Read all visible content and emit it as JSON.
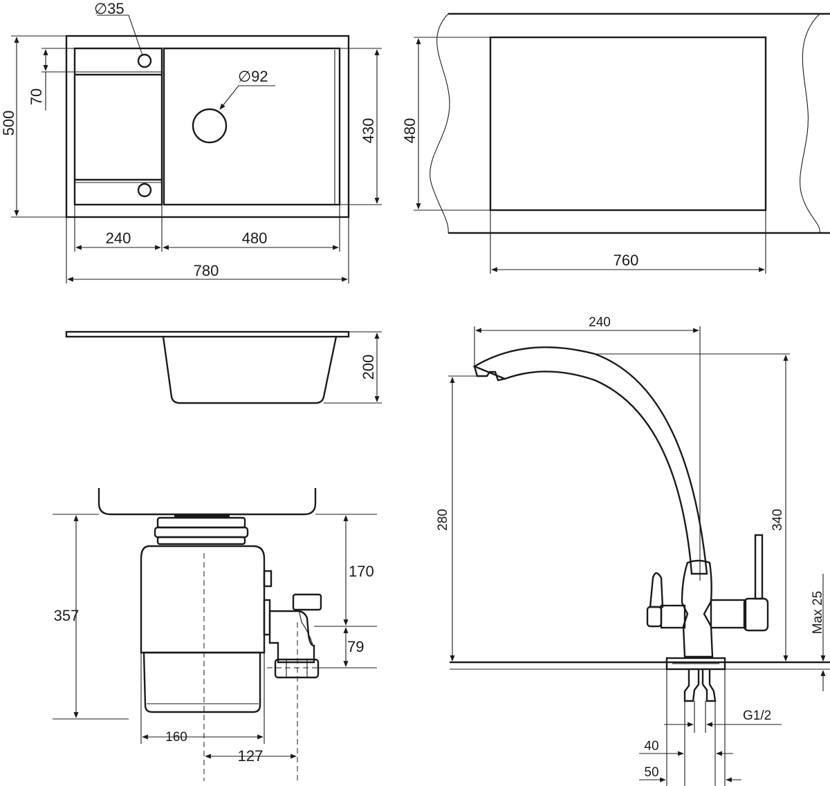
{
  "sink_top": {
    "overall_width": "780",
    "overall_depth": "500",
    "bowl_depth": "430",
    "drainer_width": "240",
    "bowl_width": "480",
    "tap_hole_diameter": "35",
    "drain_diameter": "92",
    "tap_hole_offset": "70",
    "diameter_symbol": "∅"
  },
  "cutout": {
    "width": "760",
    "depth": "480"
  },
  "sink_section": {
    "bowl_height": "200"
  },
  "disposer": {
    "total_height": "357",
    "outlet_height": "170",
    "outlet_spacing": "79",
    "body_width": "160",
    "outlet_offset": "127"
  },
  "faucet": {
    "reach": "240",
    "spout_height": "280",
    "total_height": "340",
    "max_deck": "Max 25",
    "thread": "G1/2",
    "hose_spacing": "40",
    "base_width": "50"
  }
}
